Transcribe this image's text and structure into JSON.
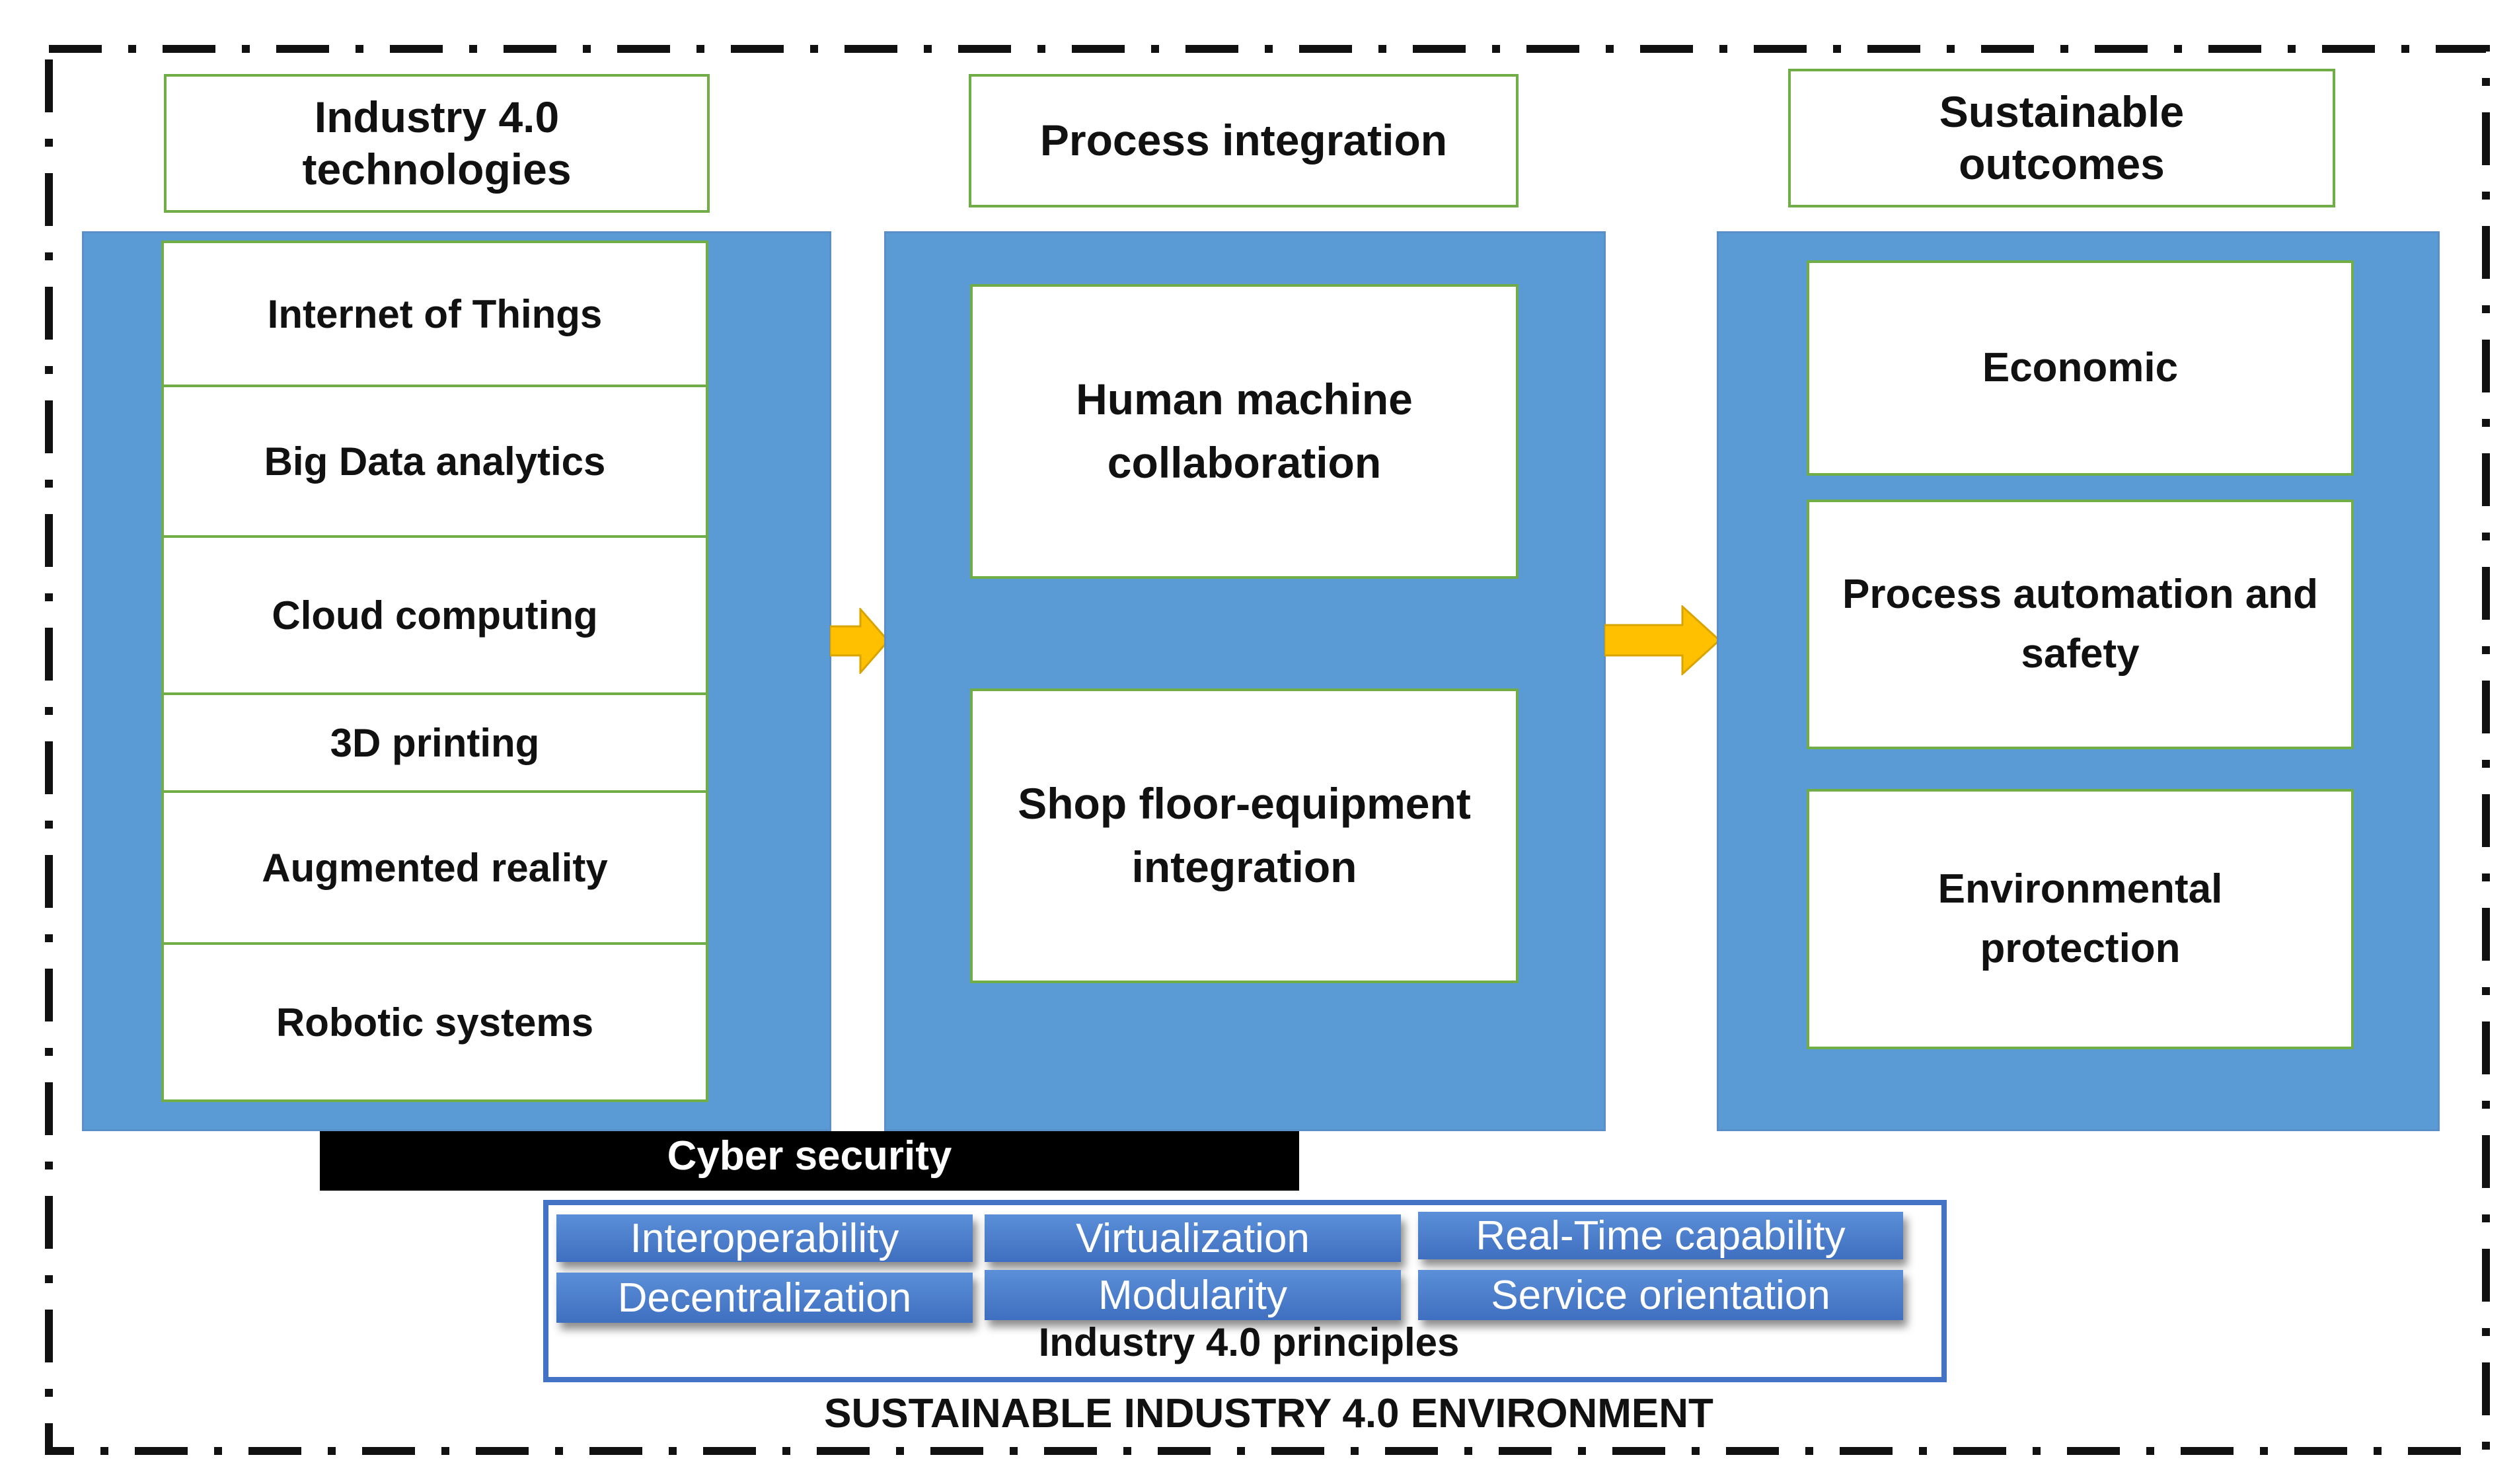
{
  "headers": {
    "technologies": "Industry 4.0\ntechnologies",
    "process": "Process integration",
    "outcomes": "Sustainable\noutcomes"
  },
  "technologies": [
    "Internet of Things",
    "Big Data  analytics",
    "Cloud computing",
    "3D printing",
    "Augmented  reality",
    "Robotic  systems"
  ],
  "process_items": [
    "Human  machine\ncollaboration",
    "Shop  floor-equipment\nintegration"
  ],
  "outcomes": [
    "Economic",
    "Process automation and\nsafety",
    "Environmental\nprotection"
  ],
  "cyber_security": "Cyber security",
  "principles": {
    "items": [
      "Interoperability",
      "Virtualization",
      "Real-Time capability",
      "Decentralization",
      "Modularity",
      "Service orientation"
    ],
    "label": "Industry 4.0 principles"
  },
  "environment_label": "SUSTAINABLE INDUSTRY 4.0 ENVIRONMENT",
  "colors": {
    "panel": "#5b9bd5",
    "box_border": "#70ad47",
    "arrow": "#ffc000",
    "principle_pill": "#4472c4",
    "cyber_bar": "#000000"
  }
}
